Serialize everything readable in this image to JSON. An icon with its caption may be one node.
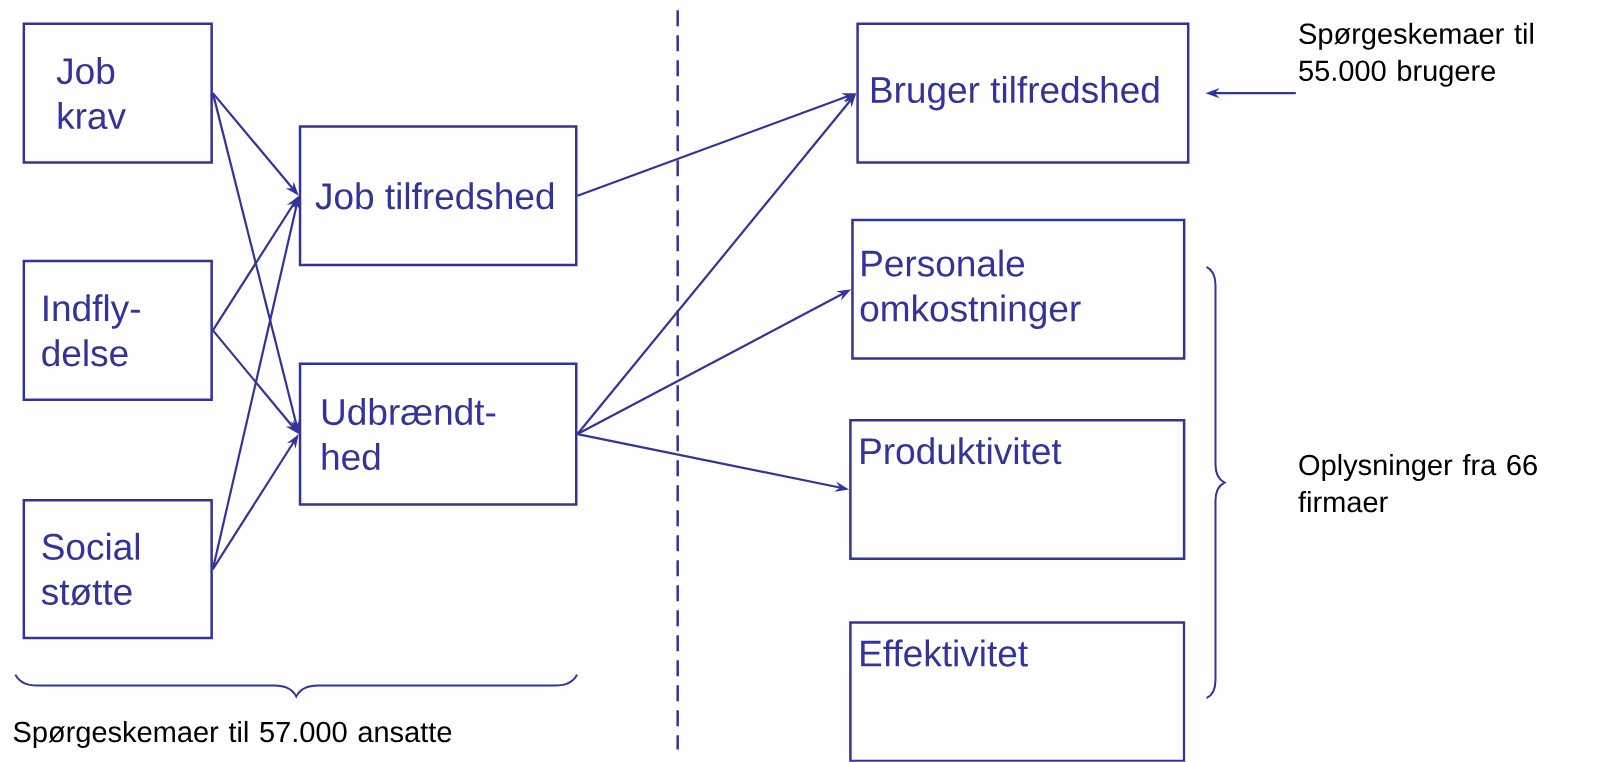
{
  "diagram": {
    "nodes": [
      {
        "text": [
          "Job krav"
        ]
      },
      {
        "text": [
          "Indfly-delse"
        ]
      },
      {
        "text": [
          "Social støtte"
        ]
      },
      {
        "text": [
          "Job tilfredshed"
        ]
      },
      {
        "text": [
          "Udbrændt-hed"
        ]
      },
      {
        "text": [
          "Bruger tilfredshed"
        ]
      },
      {
        "text": [
          "Personale omkostninger"
        ]
      },
      {
        "text": [
          "Produktivitet"
        ]
      },
      {
        "text": [
          "Effektivitet"
        ]
      },
      {
        "text": [
          "Spørgeskemaer til 55.000 brugere"
        ]
      }
    ],
    "edges": [
      {
        "from": 0,
        "to": 3,
        "arrow": "to"
      },
      {
        "from": 0,
        "to": 4,
        "arrow": "to"
      },
      {
        "from": 1,
        "to": 3,
        "arrow": "to"
      },
      {
        "from": 1,
        "to": 4,
        "arrow": "to"
      },
      {
        "from": 2,
        "to": 3,
        "arrow": "to"
      },
      {
        "from": 2,
        "to": 4,
        "arrow": "to"
      },
      {
        "from": 3,
        "to": 5,
        "arrow": "to"
      },
      {
        "from": 4,
        "to": 5,
        "arrow": "to"
      },
      {
        "from": 4,
        "to": 6,
        "arrow": "to"
      },
      {
        "from": 4,
        "to": 7,
        "arrow": "to"
      },
      {
        "from": 9,
        "to": 5,
        "arrow": "to"
      }
    ],
    "labels": [
      "Oplysninger fra 66 firmaer",
      "Spørgeskemaer til 57.000 ansatte"
    ]
  }
}
